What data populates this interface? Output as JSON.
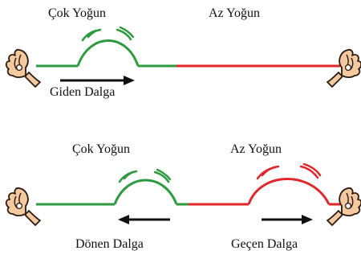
{
  "panels": [
    {
      "dense_label": "Çok Yoğun",
      "less_dense_label": "Az Yoğun",
      "wave_labels": [
        "Giden Dalga"
      ]
    },
    {
      "dense_label": "Çok Yoğun",
      "less_dense_label": "Az Yoğun",
      "wave_labels": [
        "Dönen Dalga",
        "Geçen Dalga"
      ]
    }
  ],
  "colors": {
    "dense_string": "#2e9a3f",
    "less_dense_string": "#e3262b",
    "arrow": "#111111",
    "hand_skin": "#f4c9a0",
    "hand_outline": "#2a1a10"
  }
}
